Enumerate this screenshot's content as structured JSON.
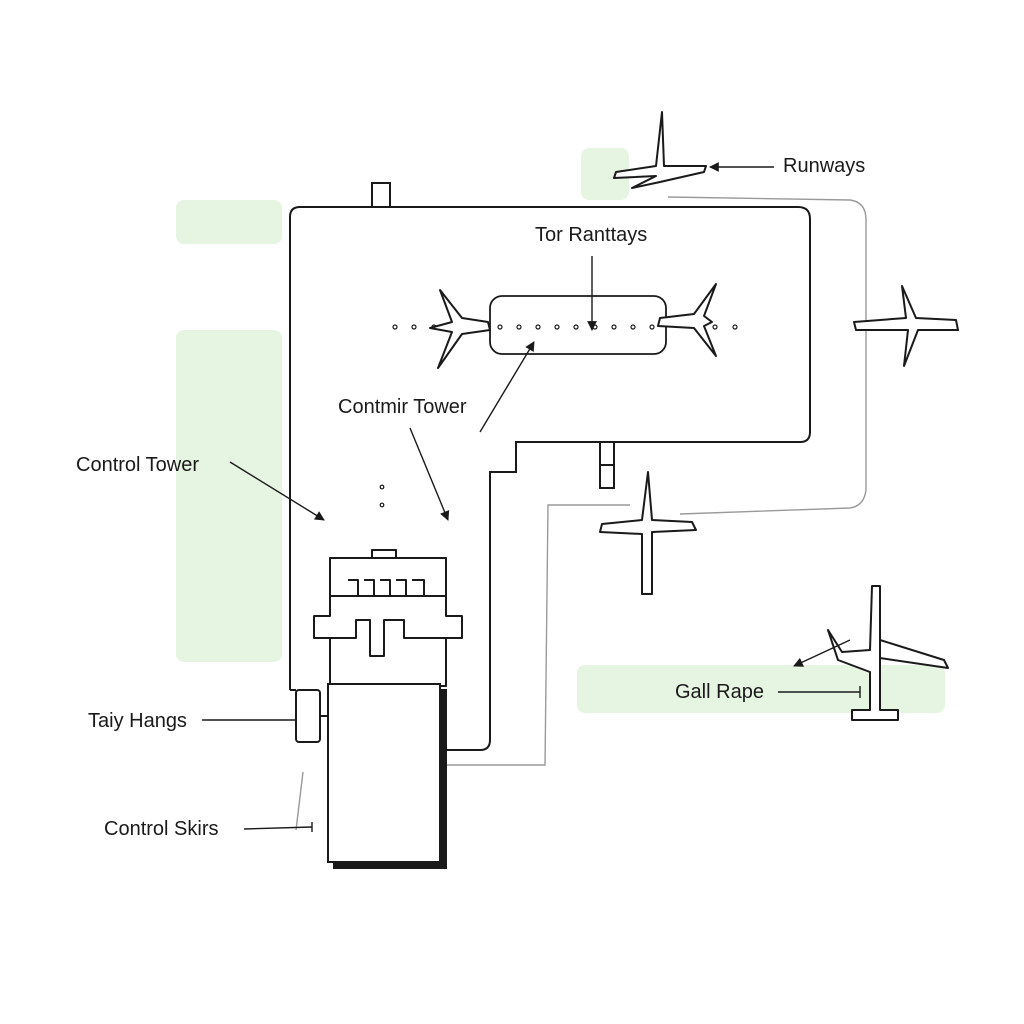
{
  "diagram": {
    "labels": {
      "runways": "Runways",
      "tor_ranttays": "Tor Ranttays",
      "contmir_tower": "Contmir Tower",
      "control_tower": "Control Tower",
      "gall_rape": "Gall Rape",
      "taiy_hangs": "Taiy Hangs",
      "control_skirs": "Control Skirs"
    },
    "colors": {
      "background": "#ffffff",
      "zone_fill": "#e6f4e2",
      "line": "#1a1a1a",
      "connector": "#9a9a9a"
    },
    "icons": [
      "airplane-icon",
      "control-tower-icon",
      "hangar-block-icon"
    ]
  }
}
